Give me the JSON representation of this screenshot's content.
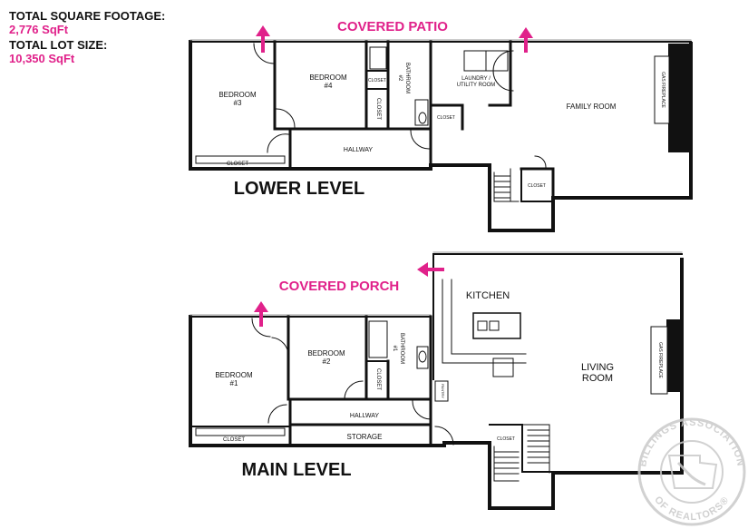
{
  "stats": {
    "sqft_label": "TOTAL SQUARE FOOTAGE:",
    "sqft_value": "2,776 SqFt",
    "lot_label": "TOTAL LOT SIZE:",
    "lot_value": "10,350 SqFt"
  },
  "lower_level": {
    "title": "LOWER LEVEL",
    "covered_patio": "COVERED PATIO",
    "rooms": {
      "bedroom3": "BEDROOM",
      "bedroom3_num": "#3",
      "bedroom4": "BEDROOM",
      "bedroom4_num": "#4",
      "bathroom2": "BATHROOM",
      "bathroom2_num": "#2",
      "laundry": "LAUNDRY /",
      "laundry2": "UTILITY ROOM",
      "family_room": "FAMILY ROOM",
      "gas_fireplace": "GAS FIREPLACE",
      "hallway": "HALLWAY",
      "closet_bed3": "CLOSET",
      "closet_bed4": "CLOSET",
      "closet_bath_top": "CLOSET",
      "closet_laundry": "CLOSET",
      "closet_stairs": "CLOSET"
    }
  },
  "main_level": {
    "title": "MAIN LEVEL",
    "covered_porch": "COVERED PORCH",
    "rooms": {
      "kitchen": "KITCHEN",
      "living": "LIVING",
      "living2": "ROOM",
      "bedroom1": "BEDROOM",
      "bedroom1_num": "#1",
      "bedroom2": "BEDROOM",
      "bedroom2_num": "#2",
      "bathroom1": "BATHROOM",
      "bathroom1_num": "#1",
      "gas_fireplace": "GAS FIREPLACE",
      "hallway": "HALLWAY",
      "storage": "STORAGE",
      "closet_bed1": "CLOSET",
      "closet_bed2": "CLOSET",
      "closet_stairs": "CLOSET",
      "pantry": "PANTRY"
    }
  },
  "watermark": {
    "top_text": "BILLINGS ASSOCIATION",
    "bottom_text": "OF REALTORS®"
  },
  "colors": {
    "accent": "#e0218a",
    "wall": "#111111",
    "watermark": "#c9c9c9"
  },
  "icons": [
    "arrow-up-icon",
    "arrow-left-icon",
    "stairs-icon",
    "fireplace-icon",
    "door-swing-icon",
    "montana-seal-icon"
  ]
}
